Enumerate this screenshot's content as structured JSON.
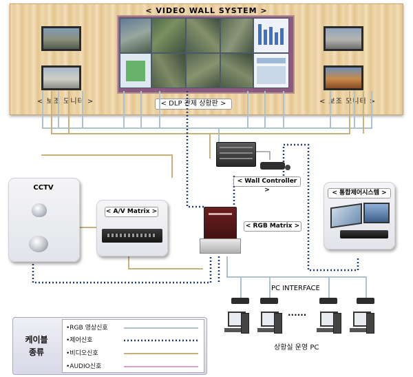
{
  "video_wall": {
    "title": "< VIDEO  WALL SYSTEM >",
    "dlp_label": "< DLP 관제 상황판 >",
    "sub_monitor_left": "< 보조 모니터 >",
    "sub_monitor_right": "< 보조 모니터 >"
  },
  "cctv": {
    "title": "CCTV"
  },
  "av_matrix": {
    "label": "< A/V Matrix >"
  },
  "wall_controller": {
    "label": "< Wall Controller >"
  },
  "rgb_matrix": {
    "label": "< RGB Matrix >"
  },
  "integrated_control": {
    "label": "< 통합제어시스템 >"
  },
  "pc_interface": {
    "label": "PC INTERFACE",
    "pcs_label": "상황실 운영 PC",
    "ellipsis": "......"
  },
  "legend": {
    "title_line1": "케이블",
    "title_line2": "종류",
    "items": [
      {
        "label": "•RGB 영상신호",
        "color": "#a9c2cc",
        "style": "solid"
      },
      {
        "label": "•제어신호",
        "color": "#1f3a7a",
        "style": "dotted"
      },
      {
        "label": "•비디오신호",
        "color": "#c8b27a",
        "style": "solid"
      },
      {
        "label": "•AUDIO신호",
        "color": "#d9a3c0",
        "style": "solid"
      }
    ]
  }
}
